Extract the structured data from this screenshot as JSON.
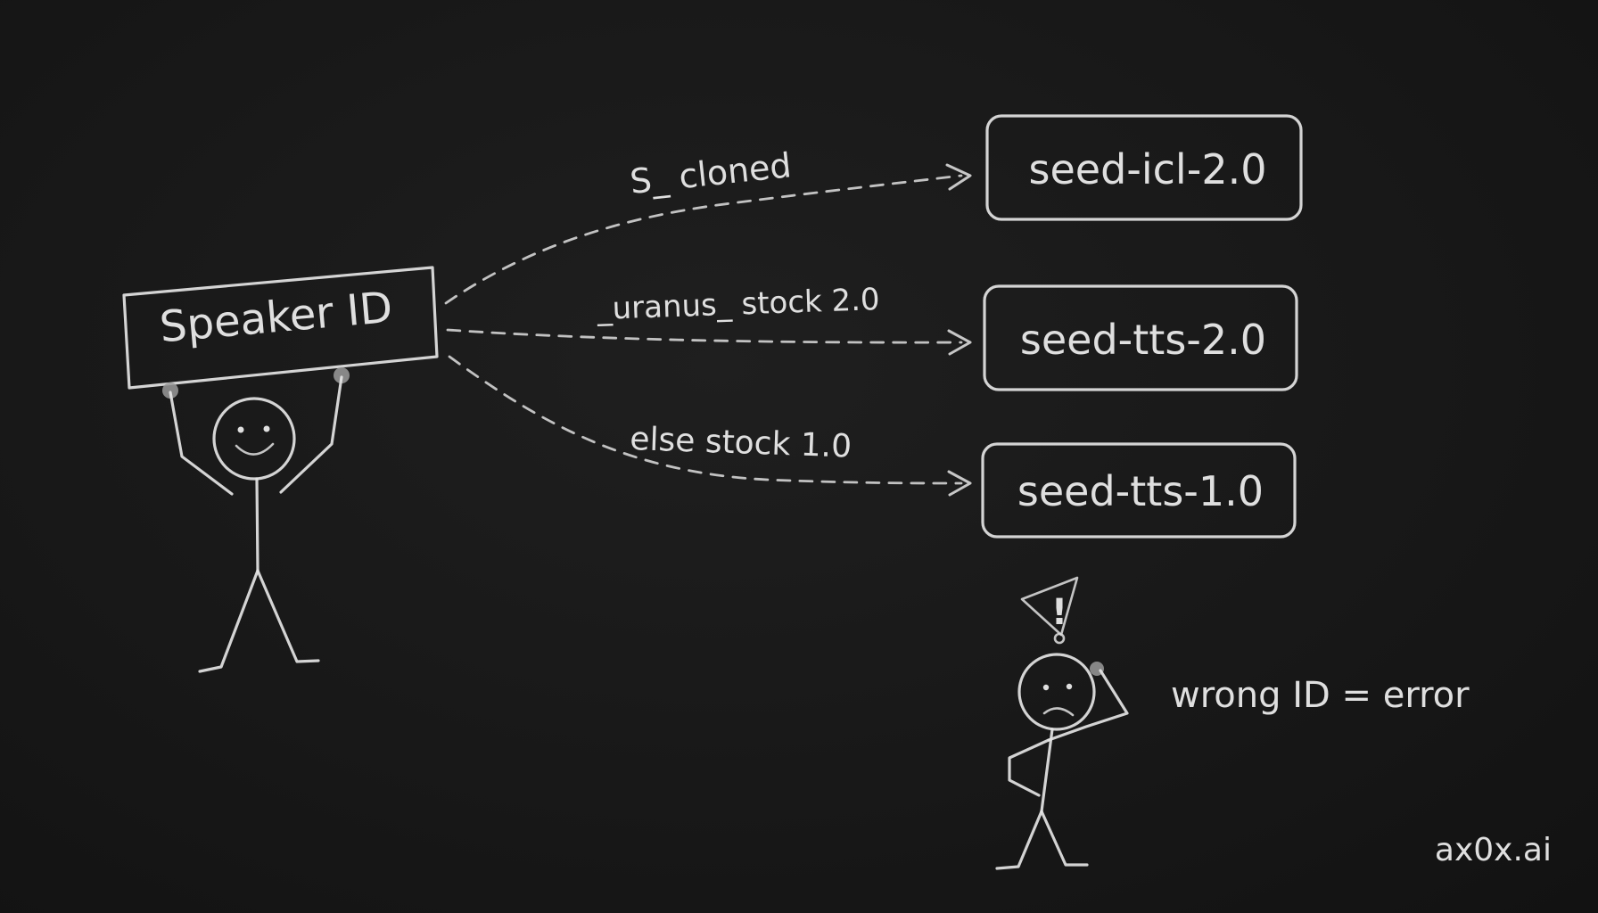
{
  "source": {
    "label": "Speaker ID"
  },
  "routes": [
    {
      "condition": "S_ cloned",
      "target": "seed-icl-2.0"
    },
    {
      "condition": "_uranus_ stock 2.0",
      "target": "seed-tts-2.0"
    },
    {
      "condition": "else stock 1.0",
      "target": "seed-tts-1.0"
    }
  ],
  "warning": {
    "symbol": "!",
    "text": "wrong ID = error"
  },
  "watermark": "ax0x.ai"
}
